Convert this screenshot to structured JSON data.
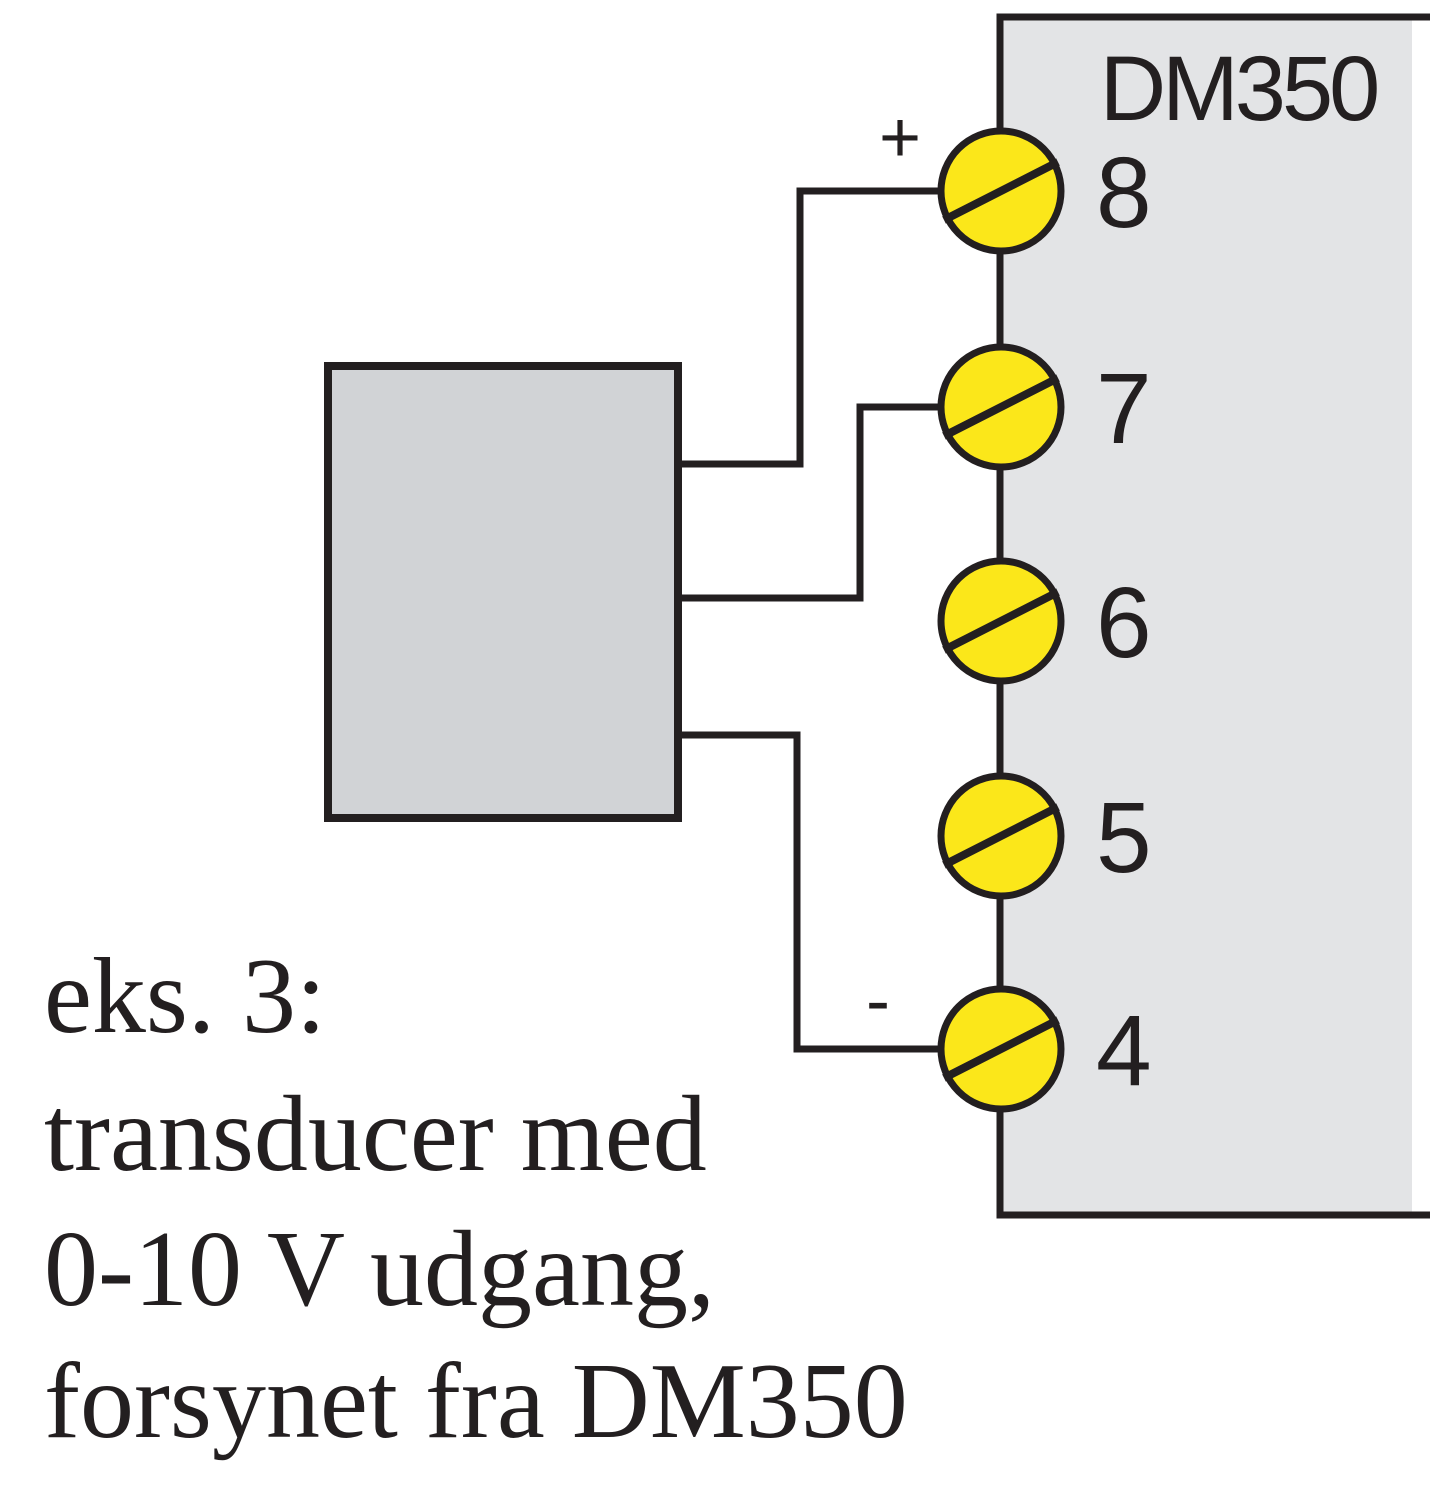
{
  "device": {
    "name": "DM350",
    "terminals": [
      {
        "number": "8"
      },
      {
        "number": "7"
      },
      {
        "number": "6"
      },
      {
        "number": "5"
      },
      {
        "number": "4"
      }
    ]
  },
  "polarity": {
    "plus": "+",
    "minus": "-"
  },
  "caption": {
    "lines": [
      "eks. 3:",
      "transducer med",
      "0-10 V udgang,",
      "forsynet fra DM350"
    ]
  },
  "colors": {
    "device_fill": "#e3e4e6",
    "transducer_fill": "#d1d3d6",
    "terminal_fill": "#fbe71a",
    "line": "#231f20"
  }
}
